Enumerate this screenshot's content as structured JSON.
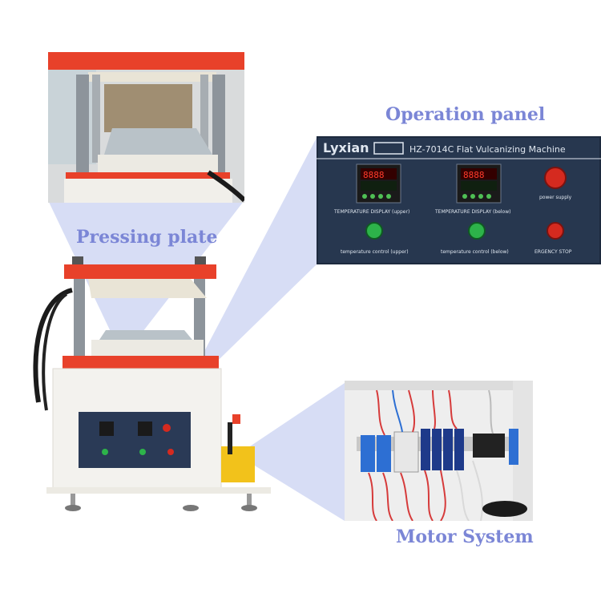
{
  "captions": {
    "pressing_plate": "Pressing plate",
    "operation_panel": "Operation panel",
    "motor_system": "Motor System"
  },
  "panel": {
    "brand": "Lyxian",
    "model": "HZ-7014C Flat Vulcanizing Machine",
    "power_label": "power supply",
    "display_upper_label": "TEMPERATURE DISPLAY (upper)",
    "display_below_label": "TEMPERATURE DISPLAY (below)",
    "control_upper_label": "temperature control (upper)",
    "control_below_label": "temperature control (below)",
    "emergency_label": "ERGENCY STOP",
    "display_digits": "8888"
  },
  "colors": {
    "caption": "#7b86d6",
    "frame_red": "#e8412a",
    "panel_navy": "#2a3a56",
    "callout_blue": "#c9d1f1",
    "cabinet": "#f3f2ee",
    "pump_yellow": "#f2c21b"
  }
}
